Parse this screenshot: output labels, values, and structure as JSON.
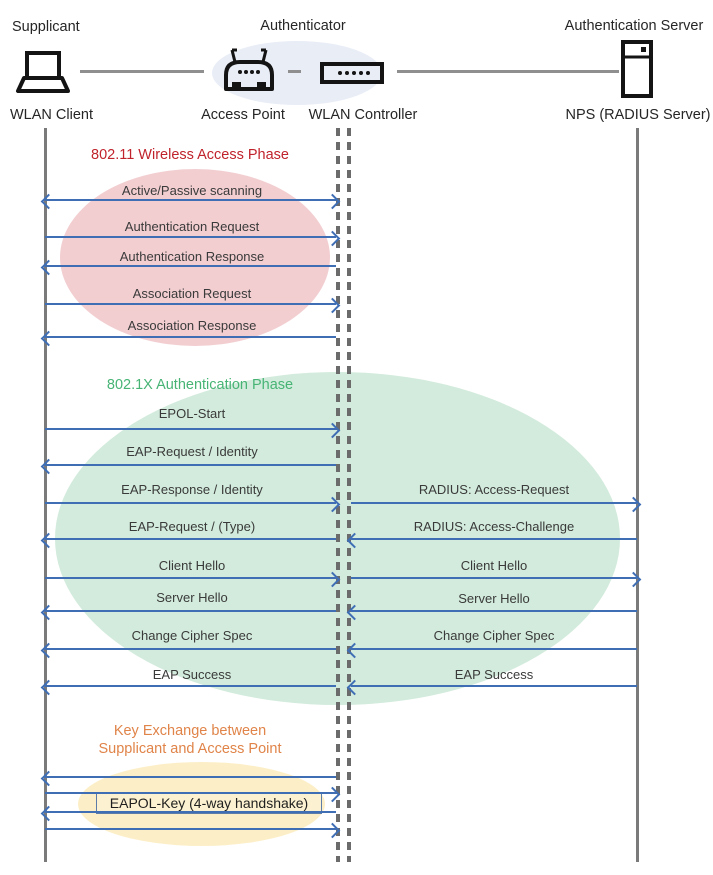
{
  "palette": {
    "arrow": "#3F6EB5",
    "lifeline": "#7A7A7A",
    "dash": "#6B6B6B",
    "connector": "#8F8F8F",
    "msg": "#3A3A3A",
    "header_text": "#262626",
    "icon": "#141414",
    "p1_fill": "#F2CED1",
    "p1_title": "#C0232C",
    "p2_fill": "#D2EBDC",
    "p2_title": "#47B475",
    "p3_fill": "#FCEFC8",
    "p3_title": "#E08449",
    "actor_fill": "#E9EDF6",
    "box_fill": "#FCF1D0",
    "box_border": "#5E7CA8",
    "box_text": "#1F1F1F"
  },
  "header": {
    "roles": [
      {
        "label": "Supplicant"
      },
      {
        "label": "Authenticator"
      },
      {
        "label": "Authentication Server"
      }
    ],
    "devices": [
      {
        "label": "WLAN Client",
        "icon": "laptop-icon"
      },
      {
        "label": "Access Point",
        "icon": "access-point-icon"
      },
      {
        "label": "WLAN Controller",
        "icon": "wlan-controller-icon"
      },
      {
        "label": "NPS (RADIUS Server)",
        "icon": "server-icon"
      }
    ]
  },
  "phases": [
    {
      "title": "802.11 Wireless Access Phase",
      "messages": [
        {
          "label": "Active/Passive scanning",
          "direction": "both"
        },
        {
          "label": "Authentication Request",
          "direction": "right"
        },
        {
          "label": "Authentication Response",
          "direction": "left"
        },
        {
          "label": "Association Request",
          "direction": "right"
        },
        {
          "label": "Association Response",
          "direction": "left"
        }
      ]
    },
    {
      "title": "802.1X Authentication Phase",
      "rows": [
        {
          "left": {
            "label": "EPOL-Start",
            "direction": "right"
          }
        },
        {
          "left": {
            "label": "EAP-Request / Identity",
            "direction": "left"
          }
        },
        {
          "left": {
            "label": "EAP-Response / Identity",
            "direction": "right"
          },
          "right": {
            "label": "RADIUS: Access-Request",
            "direction": "right"
          }
        },
        {
          "left": {
            "label": "EAP-Request / (Type)",
            "direction": "left"
          },
          "right": {
            "label": "RADIUS: Access-Challenge",
            "direction": "left"
          }
        },
        {
          "left": {
            "label": "Client Hello",
            "direction": "right"
          },
          "right": {
            "label": "Client Hello",
            "direction": "right"
          }
        },
        {
          "left": {
            "label": "Server Hello",
            "direction": "left"
          },
          "right": {
            "label": "Server Hello",
            "direction": "left"
          }
        },
        {
          "left": {
            "label": "Change Cipher Spec",
            "direction": "left"
          },
          "right": {
            "label": "Change Cipher Spec",
            "direction": "left"
          }
        },
        {
          "left": {
            "label": "EAP Success",
            "direction": "left"
          },
          "right": {
            "label": "EAP Success",
            "direction": "left"
          }
        }
      ]
    },
    {
      "title_line1": "Key Exchange between",
      "title_line2": "Supplicant and Access Point",
      "box_label": "EAPOL-Key (4-way handshake)",
      "arrows": [
        {
          "direction": "left"
        },
        {
          "direction": "right"
        },
        {
          "direction": "left"
        },
        {
          "direction": "right"
        }
      ]
    }
  ]
}
